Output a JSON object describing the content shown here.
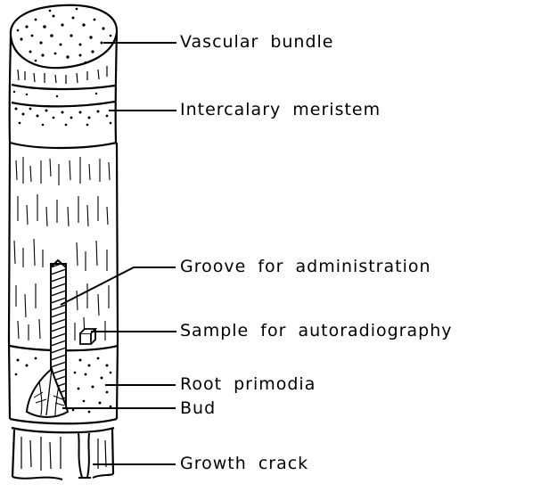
{
  "diagram": {
    "labels": {
      "vascular_bundle": "Vascular bundle",
      "intercalary_meristem": "Intercalary meristem",
      "groove": "Groove for administration",
      "sample": "Sample for autoradiography",
      "root_primodia": "Root primodia",
      "bud": "Bud",
      "growth_crack": "Growth crack"
    },
    "colors": {
      "ink": "#000000",
      "paper": "#ffffff"
    }
  }
}
